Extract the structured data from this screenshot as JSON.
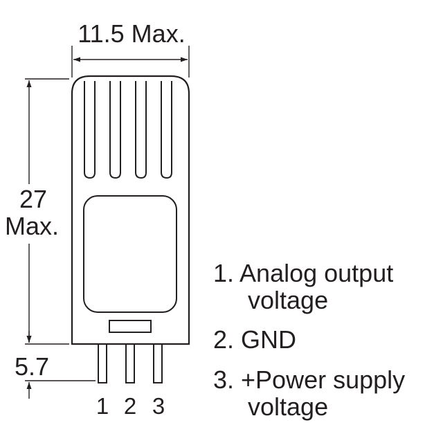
{
  "dimensions": {
    "width": "11.5 Max.",
    "height_value": "27",
    "height_suffix": "Max.",
    "pin_length": "5.7"
  },
  "pin_numbers": [
    "1",
    "2",
    "3"
  ],
  "legend": {
    "item1_line1": "1. Analog output",
    "item1_line2": "voltage",
    "item2": "2. GND",
    "item3_line1": "3. +Power supply",
    "item3_line2": "voltage"
  },
  "colors": {
    "ink": "#231f20",
    "background": "#ffffff"
  }
}
